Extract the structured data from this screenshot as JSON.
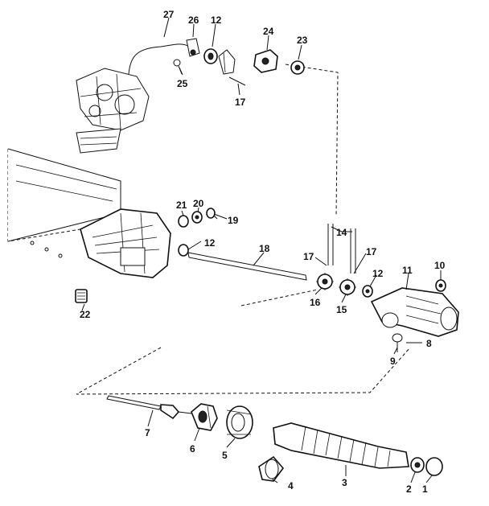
{
  "labels": {
    "p1": "1",
    "p2": "2",
    "p3": "3",
    "p4": "4",
    "p5": "5",
    "p6": "6",
    "p7": "7",
    "p8": "8",
    "p9": "9",
    "p10": "10",
    "p11": "11",
    "p12a": "12",
    "p12b": "12",
    "p12c": "12",
    "p14": "14",
    "p15": "15",
    "p16": "16",
    "p17a": "17",
    "p17b": "17",
    "p17c": "17",
    "p18": "18",
    "p19": "19",
    "p20": "20",
    "p21": "21",
    "p22": "22",
    "p23": "23",
    "p24": "24",
    "p25": "25",
    "p26": "26",
    "p27": "27"
  }
}
